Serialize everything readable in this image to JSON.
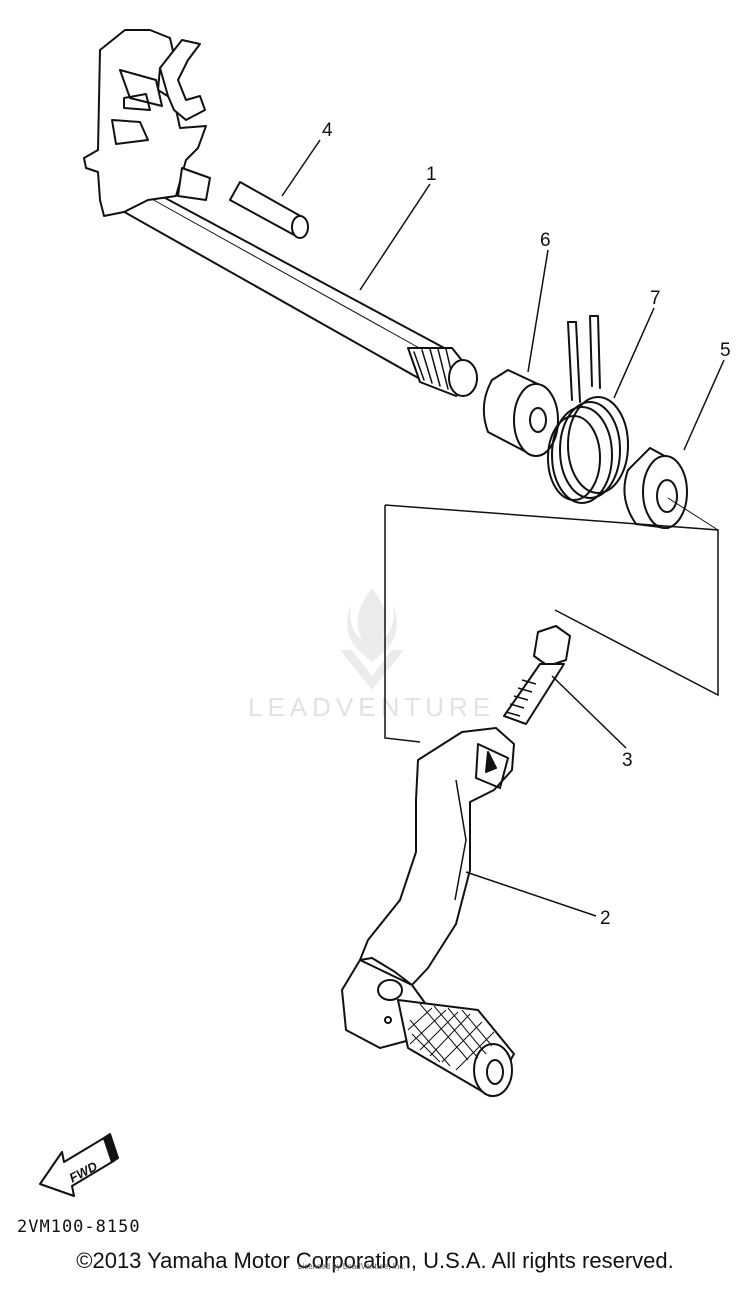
{
  "callouts": {
    "shaft": "1",
    "pedal": "2",
    "bolt": "3",
    "pin": "4",
    "seal": "5",
    "collar": "6",
    "spring": "7"
  },
  "fwd_label": "FWD",
  "part_code": "2VM100-8150",
  "watermark": "LEADVENTURE",
  "copyright": "©2013 Yamaha Motor Corporation, U.S.A. All rights reserved.",
  "license_note": "Licensed by LeadVenture, Inc.",
  "colors": {
    "line": "#111111",
    "watermark": "#e2e2e2"
  }
}
